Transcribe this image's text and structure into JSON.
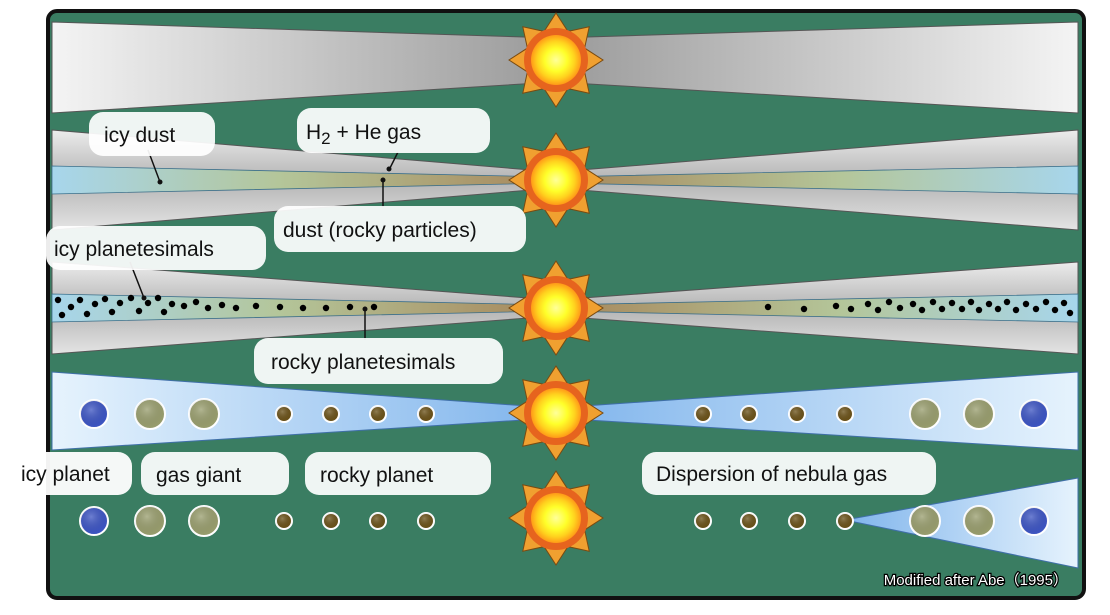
{
  "labels": {
    "icy_dust": "icy dust",
    "h2_he_gas": "H2 + He gas",
    "dust_rocky": "dust (rocky particles)",
    "icy_planetesimals": "icy planetesimals",
    "rocky_planetesimals": "rocky planetesimals",
    "icy_planet": "icy planet",
    "gas_giant": "gas giant",
    "rocky_planet": "rocky planet",
    "dispersion": "Dispersion of nebula gas"
  },
  "credit": "Modified after Abe（1995）",
  "colors": {
    "background": "#3a7d62",
    "frame": "#111111",
    "gas_disk": "#c8c8c8",
    "icy_band": "#a9d4ea",
    "dust_band": "#b0955e",
    "nebula": "#a8d0f2",
    "sun_core": "#ffff3a",
    "sun_ring": "#e6641e",
    "sun_rays": "#f0a030",
    "icy_planet": "#3d55c3",
    "gas_giant": "#999e6e",
    "rocky_planet": "#6b5219",
    "particle": "#000000"
  }
}
